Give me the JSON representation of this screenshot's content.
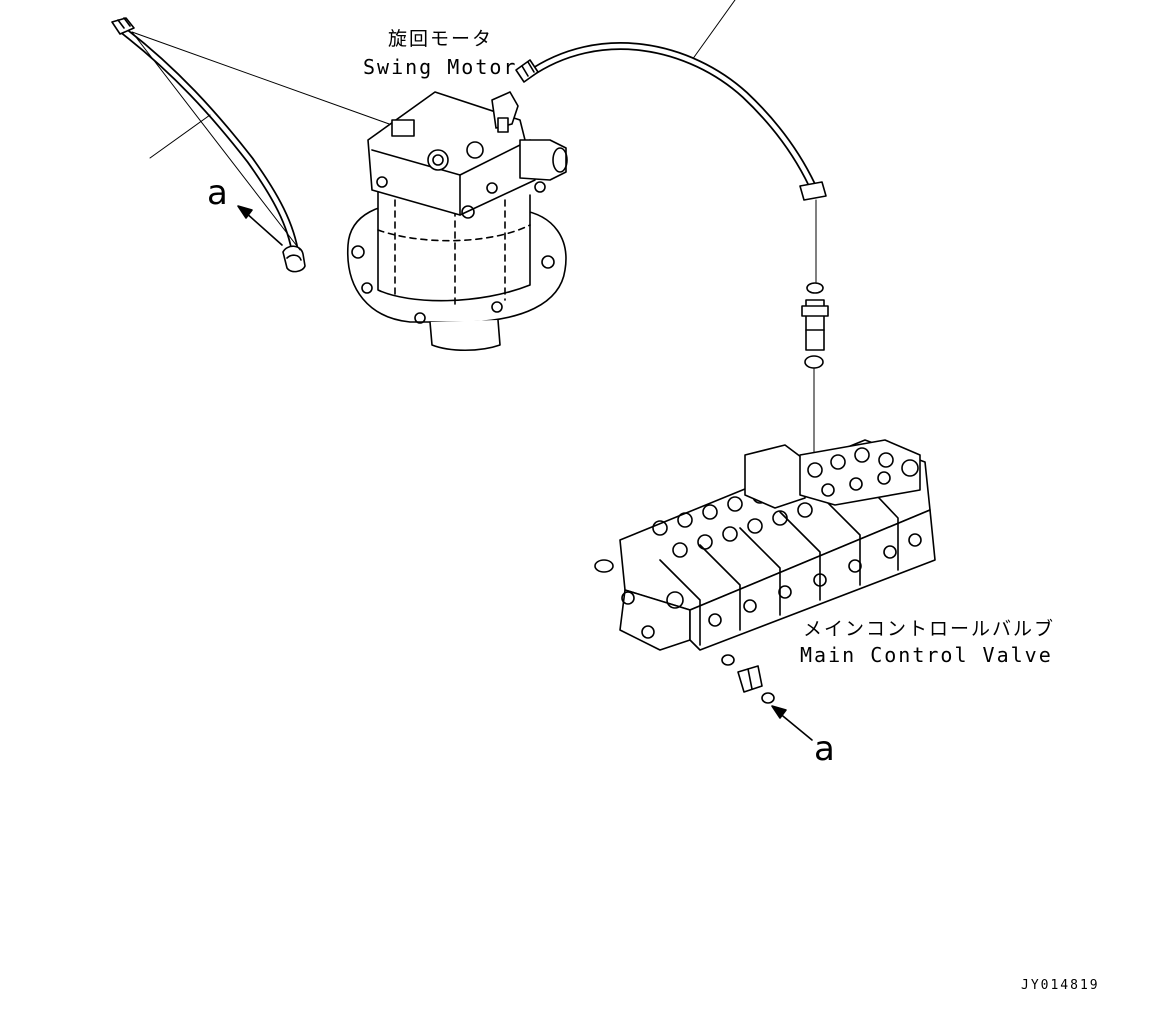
{
  "labels": {
    "swing_motor_jp": "旋回モータ",
    "swing_motor_en": "Swing Motor",
    "main_valve_jp": "メインコントロールバルブ",
    "main_valve_en": "Main Control Valve",
    "view_a_left": "a",
    "view_a_right": "a",
    "drawing_id": "JY014819"
  },
  "colors": {
    "line": "#000000",
    "background": "#ffffff"
  }
}
